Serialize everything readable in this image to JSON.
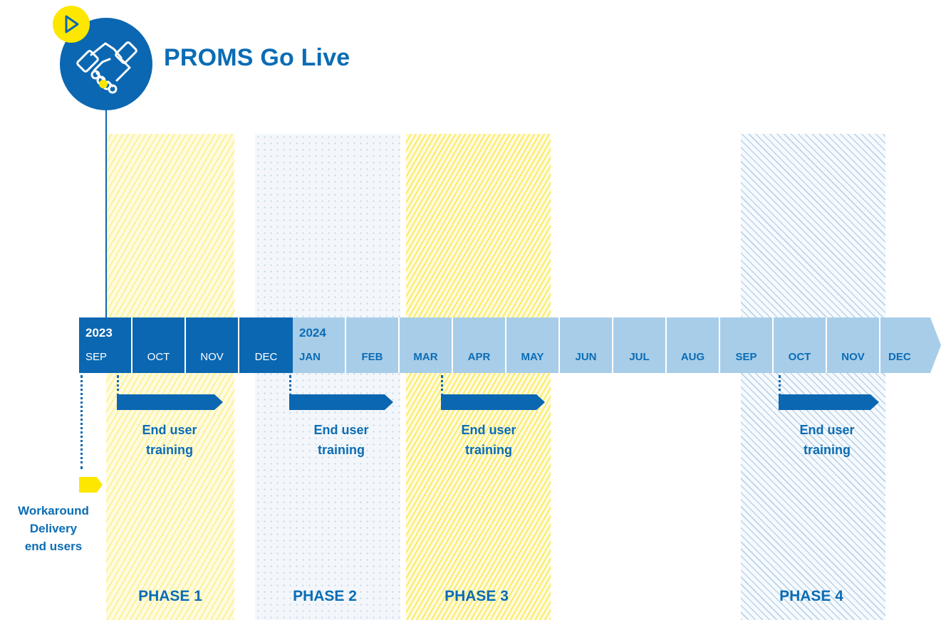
{
  "header": {
    "title": "PROMS Go Live",
    "icon": "handshake-icon",
    "badge_icon": "play-icon"
  },
  "colors": {
    "primary_blue": "#0b67b1",
    "light_blue": "#a8cde8",
    "yellow": "#fde700"
  },
  "timeline": {
    "year_2023": "2023",
    "year_2024": "2024",
    "months": [
      "SEP",
      "OCT",
      "NOV",
      "DEC",
      "JAN",
      "FEB",
      "MAR",
      "APR",
      "MAY",
      "JUN",
      "JUL",
      "AUG",
      "SEP",
      "OCT",
      "NOV",
      "DEC"
    ]
  },
  "trainings": [
    {
      "line1": "End user",
      "line2": "training"
    },
    {
      "line1": "End user",
      "line2": "training"
    },
    {
      "line1": "End user",
      "line2": "training"
    },
    {
      "line1": "End user",
      "line2": "training"
    }
  ],
  "phases": [
    "PHASE 1",
    "PHASE 2",
    "PHASE 3",
    "PHASE 4"
  ],
  "milestone": {
    "line1": "Workaround",
    "line2": "Delivery",
    "line3": "end users"
  }
}
